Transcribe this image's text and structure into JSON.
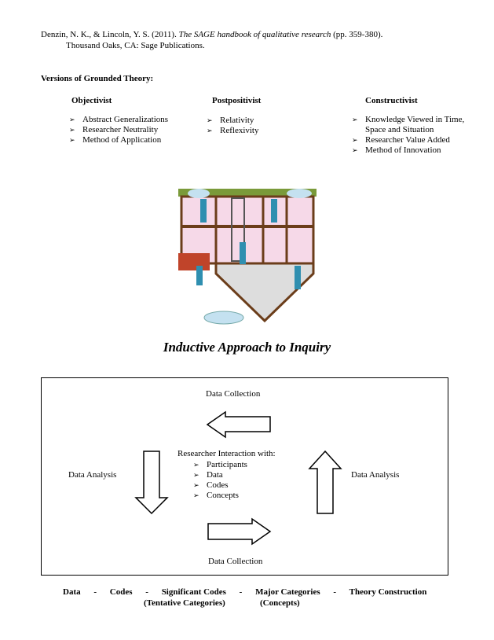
{
  "citation": {
    "line1_pre": "Denzin, N. K., & Lincoln, Y. S. (2011). ",
    "line1_title": "The SAGE handbook of qualitative research",
    "line1_post": " (pp. 359-380).",
    "line2": "Thousand Oaks, CA: Sage Publications."
  },
  "versions": {
    "heading": "Versions of Grounded Theory:",
    "columns": [
      {
        "title": "Objectivist",
        "items": [
          "Abstract Generalizations",
          "Researcher Neutrality",
          "Method of Application"
        ]
      },
      {
        "title": "Postpositivist",
        "items": [
          "Relativity",
          "Reflexivity"
        ]
      },
      {
        "title": "Constructivist",
        "items": [
          "Knowledge Viewed in Time,",
          "Space and Situation",
          "Researcher Value Added",
          "Method of Innovation"
        ]
      }
    ]
  },
  "illustration": "upside-down-house-illustration",
  "diagram": {
    "title": "Inductive Approach to Inquiry",
    "top": "Data Collection",
    "bottom": "Data Collection",
    "left": "Data Analysis",
    "right": "Data Analysis",
    "center_heading": "Researcher Interaction with:",
    "center_items": [
      "Participants",
      "Data",
      "Codes",
      "Concepts"
    ]
  },
  "sequence": {
    "row1": [
      "Data",
      "-",
      "Codes",
      "-",
      "Significant Codes",
      "-",
      "Major Categories",
      "-",
      "Theory Construction"
    ],
    "row2": [
      "(Tentative Categories)",
      "(Concepts)"
    ]
  }
}
